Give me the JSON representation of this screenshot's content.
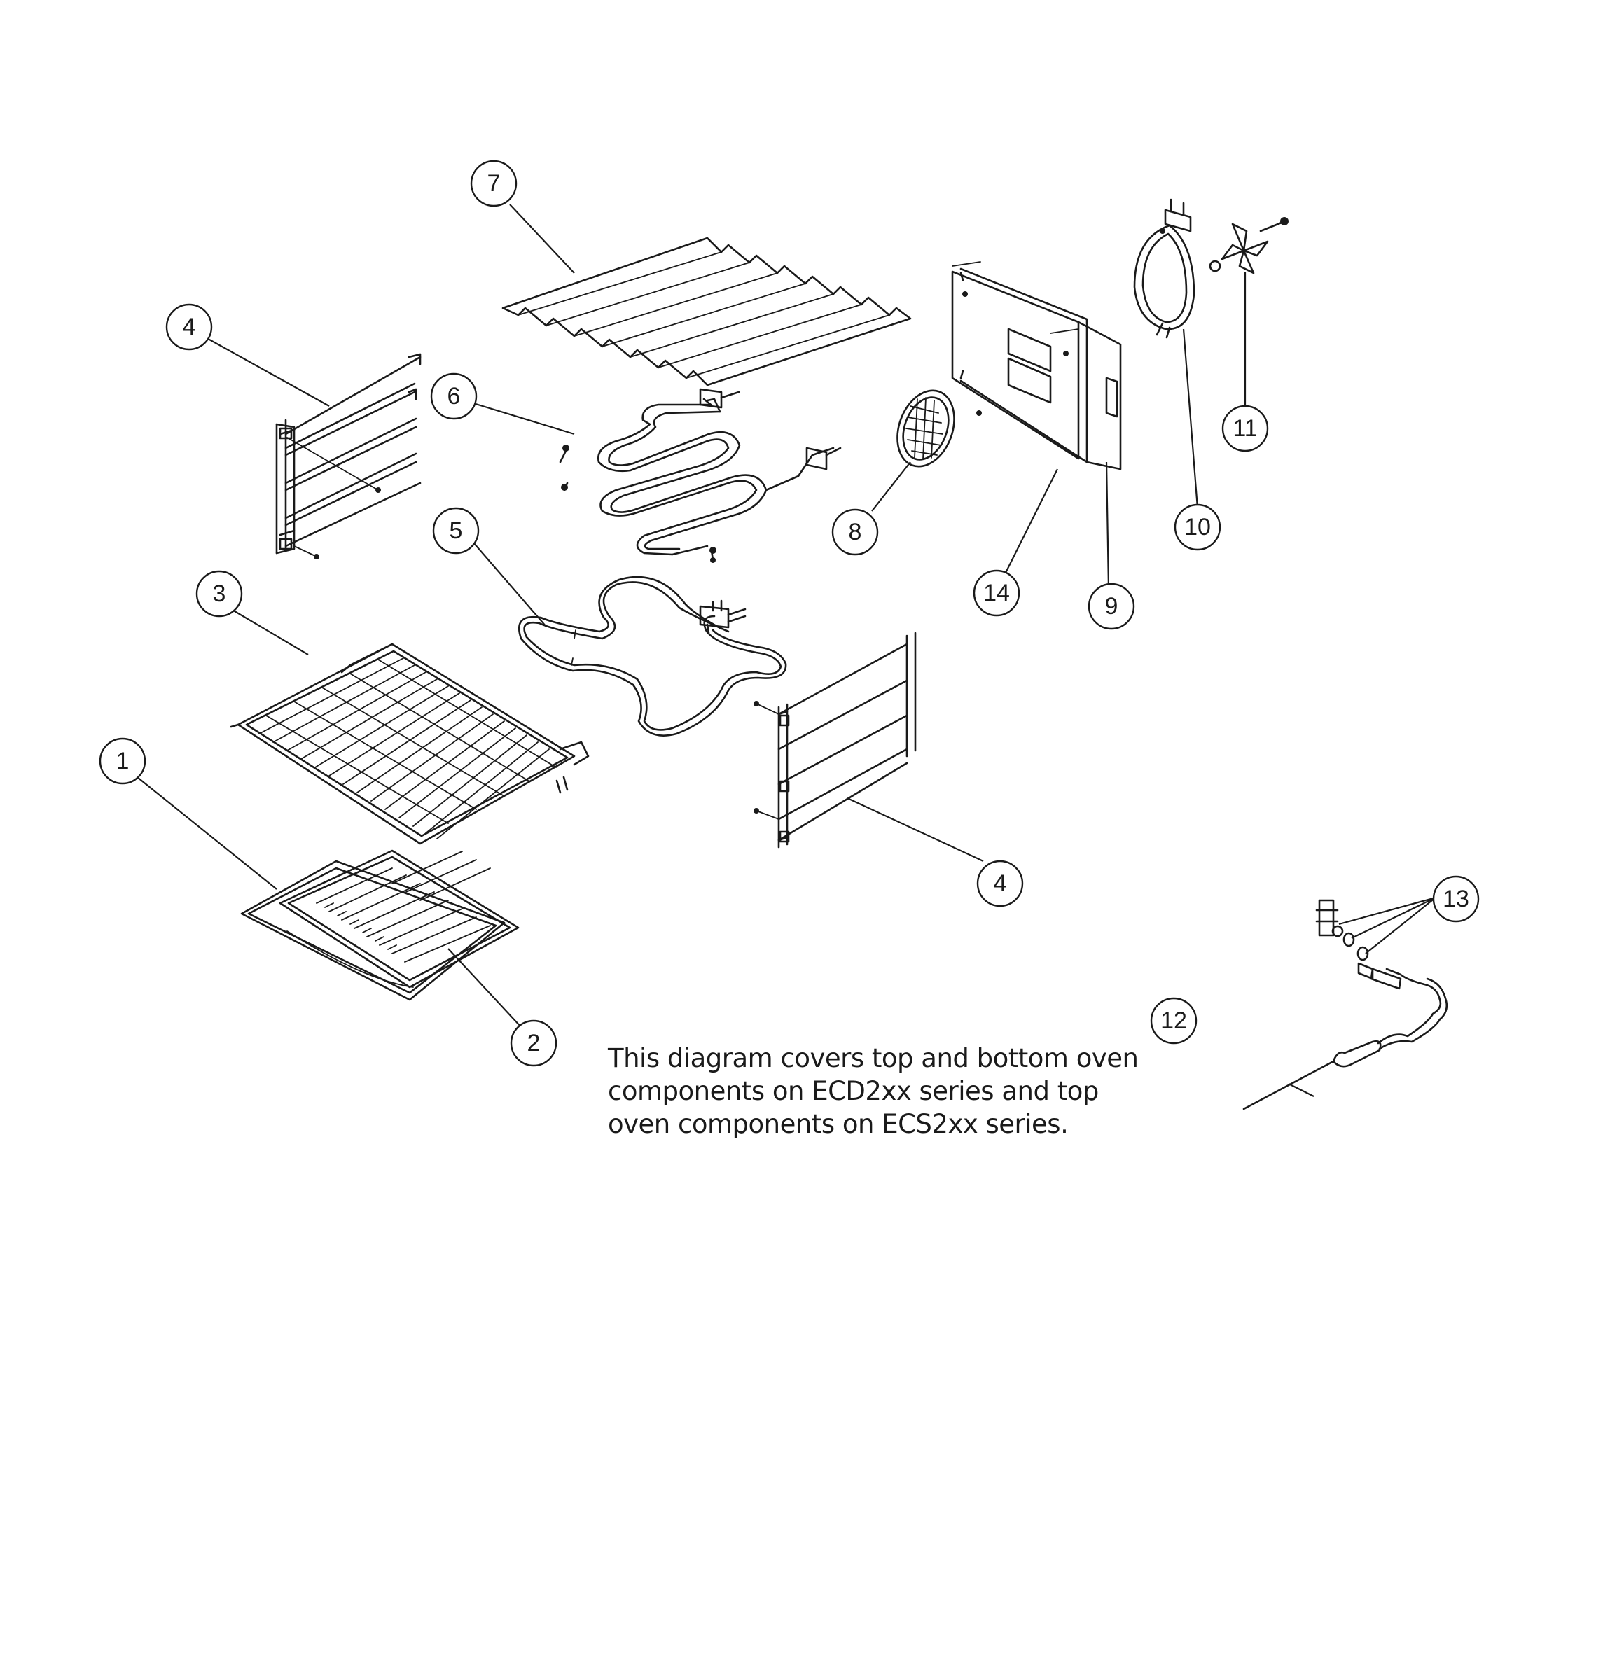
{
  "callouts": {
    "c1": "1",
    "c2": "2",
    "c3": "3",
    "c4a": "4",
    "c4b": "4",
    "c5": "5",
    "c6": "6",
    "c7": "7",
    "c8": "8",
    "c9": "9",
    "c10": "10",
    "c11": "11",
    "c12": "12",
    "c13": "13",
    "c14": "14"
  },
  "note": {
    "line1": "This diagram covers top and bottom oven",
    "line2": "components on ECD2xx series and top",
    "line3": "oven components on ECS2xx series."
  }
}
